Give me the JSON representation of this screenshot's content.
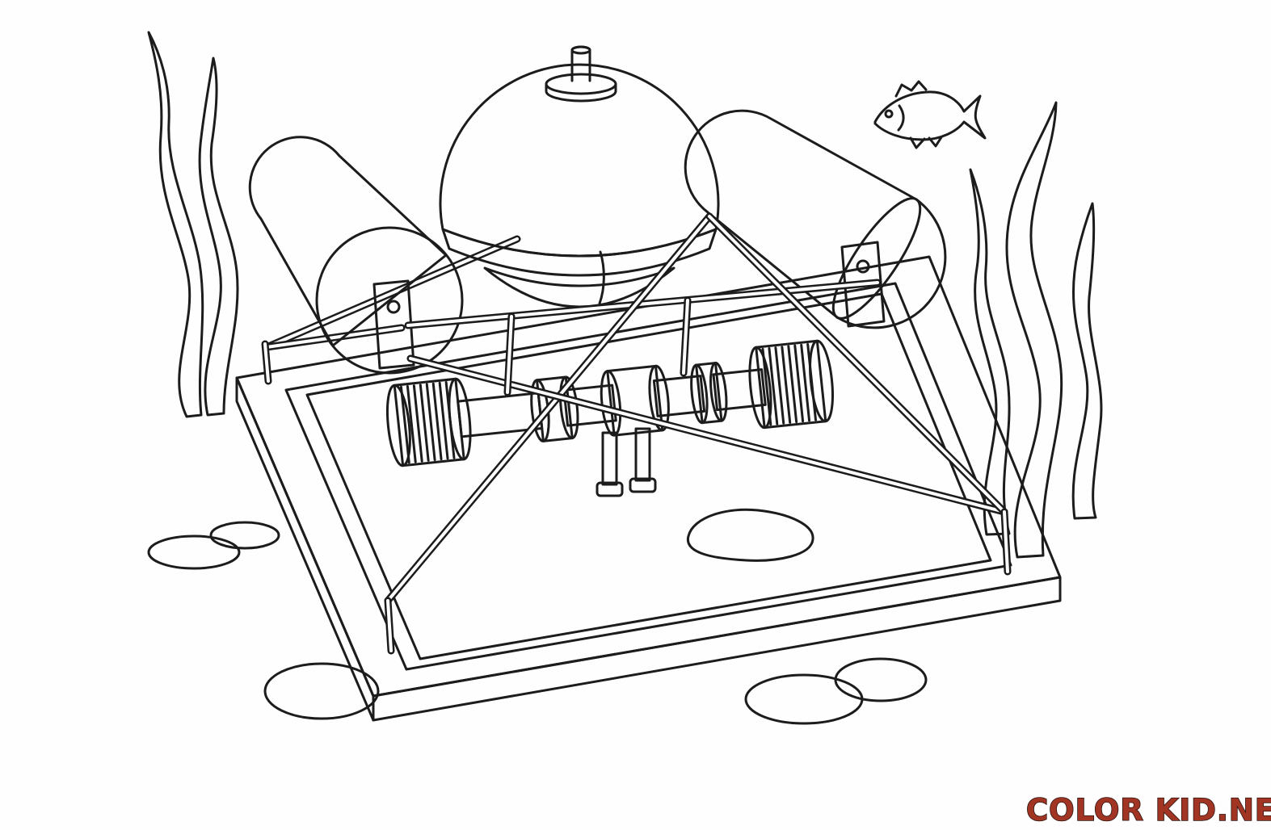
{
  "page": {
    "background": "#ffffff",
    "line_color": "#1c1c1c"
  },
  "watermark": {
    "text": "COLOR KID.NET",
    "fill": "#a23424",
    "outline": "#2a1510",
    "halo": "#ffffff"
  },
  "scene": {
    "elements": [
      {
        "name": "seaweed-left",
        "label": "wavy seaweed strands, upper left"
      },
      {
        "name": "fish",
        "label": "small fish swimming, upper right"
      },
      {
        "name": "seaweed-right",
        "label": "tall seaweed strands, right side"
      },
      {
        "name": "submersible-station",
        "label": "domed underwater station with two side pontoons"
      },
      {
        "name": "platform",
        "label": "square seabed platform with recessed deck"
      },
      {
        "name": "axle-assembly",
        "label": "ribbed roller axle across the deck"
      },
      {
        "name": "support-frame",
        "label": "tubular support rods and posts"
      },
      {
        "name": "stones",
        "label": "rounded stones on the seabed"
      }
    ]
  }
}
